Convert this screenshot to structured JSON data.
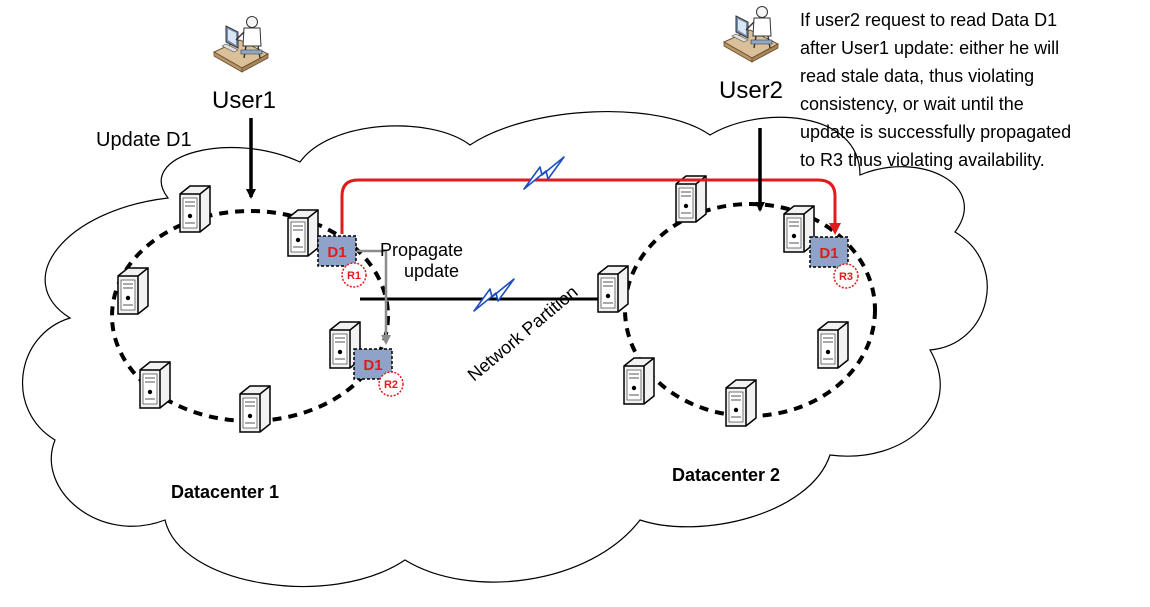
{
  "colors": {
    "cloud_stroke": "#000000",
    "ring": "#000000",
    "link": "#000000",
    "replication_red": "#e31a1c",
    "propagate_gray": "#8c8c8c",
    "replica_fill": "#8fa2c8",
    "replica_text": "#e31a1c",
    "lightning": "#1f4fbf"
  },
  "users": {
    "user1": {
      "label": "User1",
      "icon": "user-at-computer-icon"
    },
    "user2": {
      "label": "User2",
      "icon": "user-at-computer-icon"
    }
  },
  "labels": {
    "update_d1": "Update D1",
    "propagate_line1": "Propagate",
    "propagate_line2": "update",
    "network_partition": "Network Partition",
    "datacenter1": "Datacenter 1",
    "datacenter2": "Datacenter 2"
  },
  "note": {
    "lines": [
      "If user2 request to read Data D1",
      "after User1 update: either he will",
      "read stale data, thus violating",
      "consistency, or wait until the",
      "update is successfully propagated",
      "to R3 thus violating availability."
    ]
  },
  "replicas": {
    "r1": {
      "data": "D1",
      "replica": "R1"
    },
    "r2": {
      "data": "D1",
      "replica": "R2"
    },
    "r3": {
      "data": "D1",
      "replica": "R3"
    }
  },
  "icons": {
    "server": "server-tower-icon",
    "partition": "lightning-icon"
  }
}
